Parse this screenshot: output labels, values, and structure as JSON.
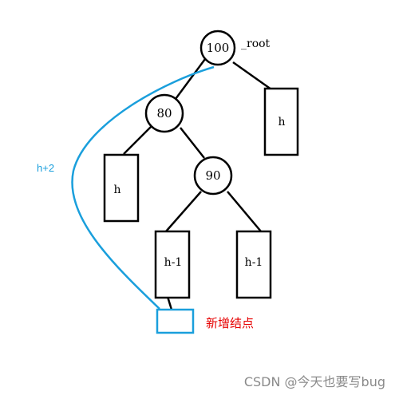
{
  "tree": {
    "root_label": "_root",
    "nodes": {
      "n100": "100",
      "n80": "80",
      "n90": "90"
    },
    "subtrees": {
      "right_of_100": "h",
      "left_of_80": "h",
      "left_of_90": "h-1",
      "right_of_90": "h-1"
    }
  },
  "annotations": {
    "height_label": "h+2",
    "new_node_label": "新增结点"
  },
  "colors": {
    "stroke": "#000000",
    "highlight": "#1a9fdc",
    "new_node_text": "#e60000",
    "watermark": "#8a8a8a"
  },
  "watermark": "CSDN @今天也要写bug"
}
